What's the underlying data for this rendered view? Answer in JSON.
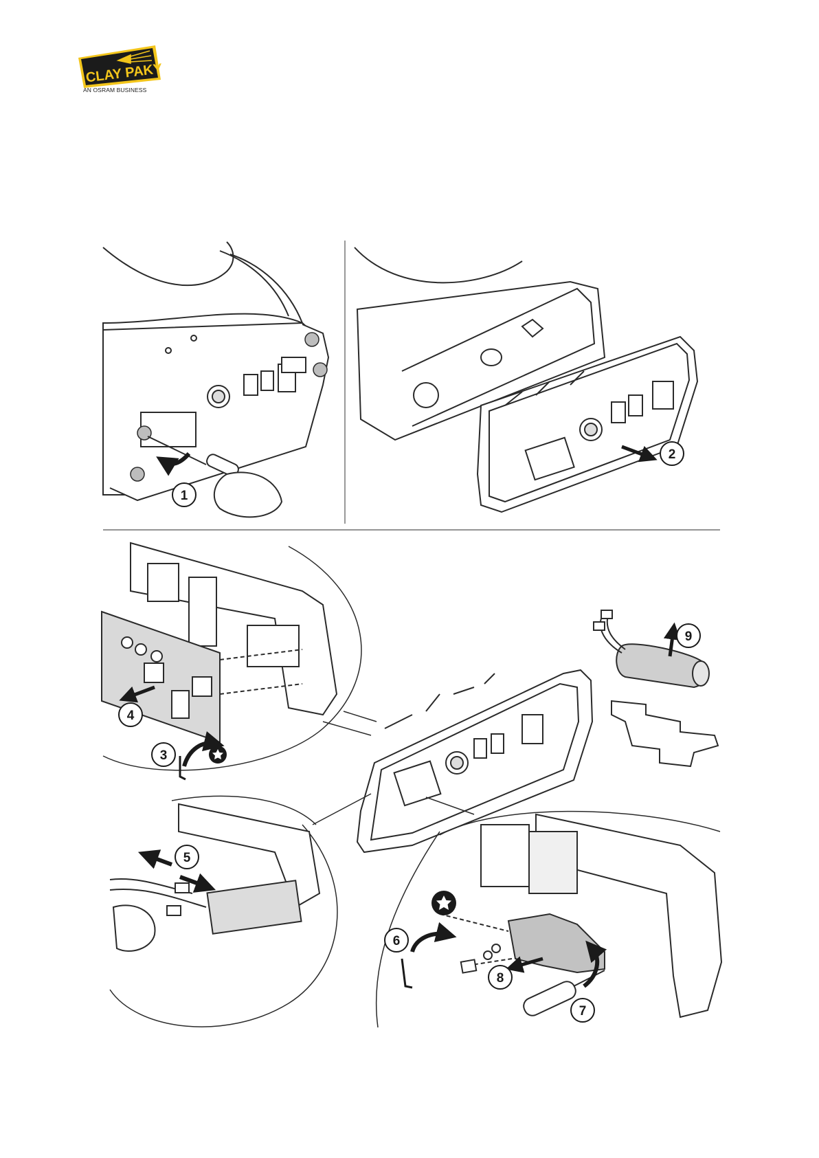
{
  "header": {
    "brand_name": "CLAY PAKY",
    "tagline": "AN OSRAM BUSINESS"
  },
  "steps": [
    "1",
    "2",
    "3",
    "4",
    "5",
    "6",
    "7",
    "8",
    "9"
  ],
  "colors": {
    "logo_yellow": "#f3c51b",
    "logo_black": "#1b1b1b",
    "line": "#2a2a2a",
    "panel_gray": "#bdbdbd",
    "part_gray": "#d9d9d9"
  }
}
